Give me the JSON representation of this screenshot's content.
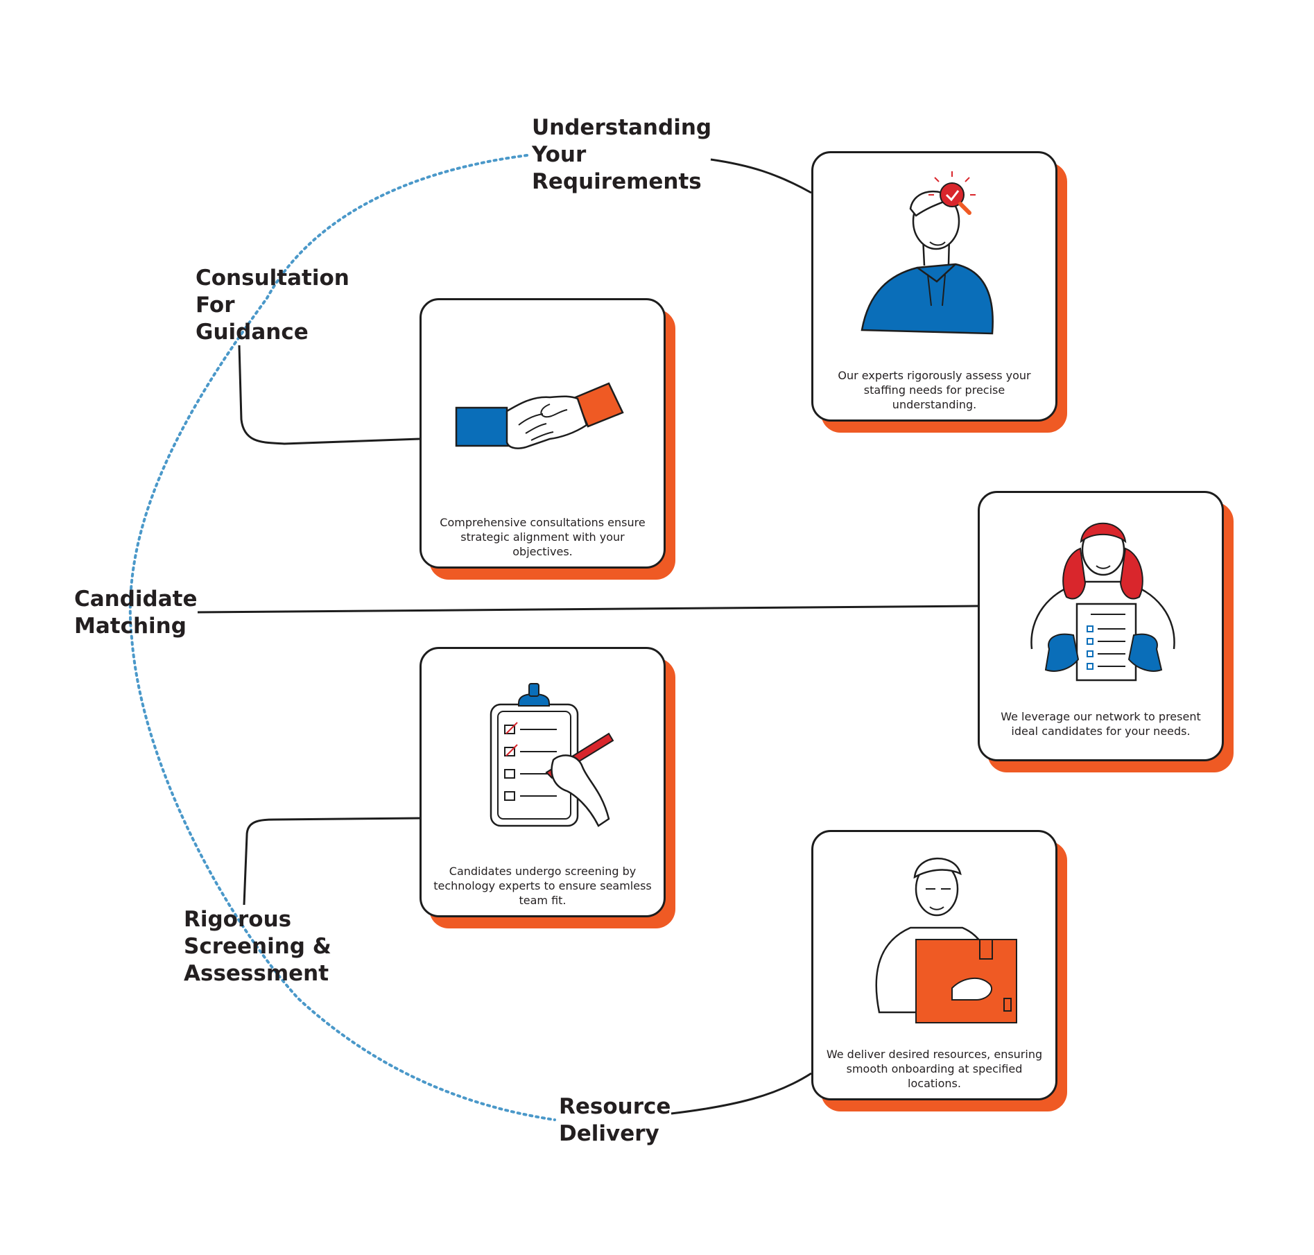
{
  "steps": [
    {
      "title": "Understanding\nYour\nRequirements",
      "description": "Our experts rigorously assess your staffing needs for precise understanding."
    },
    {
      "title": "Consultation\nFor\nGuidance",
      "description": "Comprehensive consultations ensure strategic alignment with your objectives."
    },
    {
      "title": "Candidate\nMatching",
      "description": "We leverage our network to present ideal candidates for your needs."
    },
    {
      "title": "Rigorous\nScreening &\nAssessment",
      "description": "Candidates undergo screening by technology experts to ensure seamless team fit."
    },
    {
      "title": "Resource\nDelivery",
      "description": "We deliver desired resources, ensuring smooth onboarding at specified locations."
    }
  ],
  "colors": {
    "accent_orange": "#ef5a24",
    "accent_blue": "#0a6eb9",
    "accent_red": "#d9262c",
    "dotted_arc": "#4a98c9",
    "ink": "#1d1d1d"
  },
  "icons": [
    "magnifier-check-person-icon",
    "handshake-icon",
    "checklist-woman-icon",
    "clipboard-checklist-icon",
    "delivery-box-person-icon"
  ]
}
